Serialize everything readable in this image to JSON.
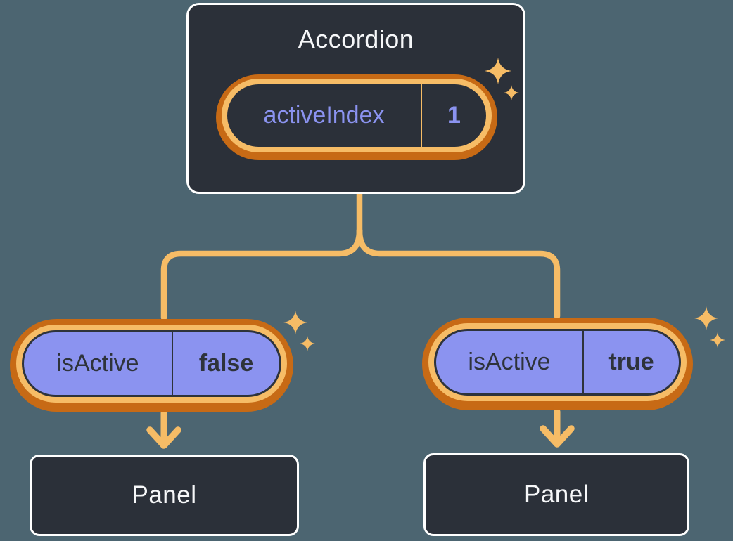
{
  "colors": {
    "background": "#4C6571",
    "card_bg": "#2B3039",
    "card_border": "#FFFFFF",
    "light_text": "#F6F7F9",
    "accent_orange": "#F6BC66",
    "deep_orange": "#C76A15",
    "purple": "#8B93F0",
    "dark_text": "#2E333B"
  },
  "accordion": {
    "title": "Accordion",
    "state": {
      "name": "activeIndex",
      "value": "1"
    }
  },
  "children": [
    {
      "prop": {
        "name": "isActive",
        "value": "false"
      },
      "panel": "Panel"
    },
    {
      "prop": {
        "name": "isActive",
        "value": "true"
      },
      "panel": "Panel"
    }
  ]
}
